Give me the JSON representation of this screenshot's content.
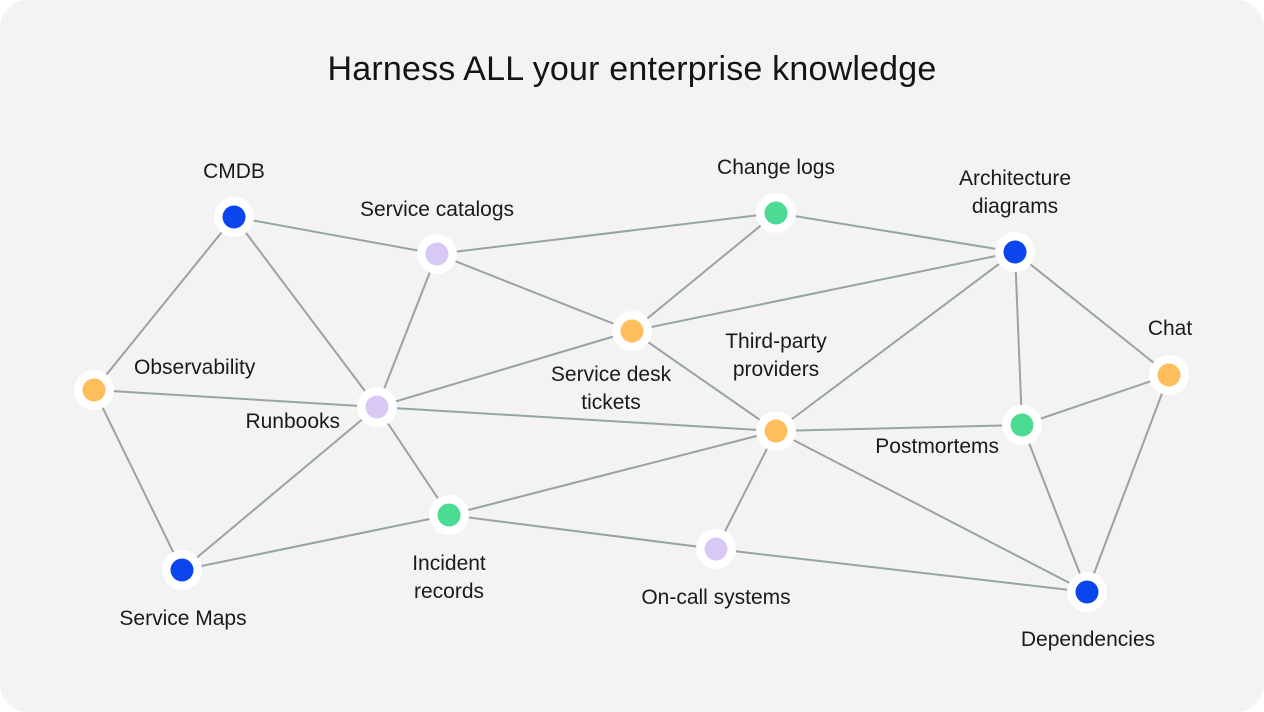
{
  "title": "Harness ALL your enterprise knowledge",
  "colors": {
    "blue": "#0a45ee",
    "green": "#4bdb92",
    "orange": "#ffbe5c",
    "lavender": "#d8c8f4"
  },
  "nodes": [
    {
      "id": "cmdb",
      "label": [
        "CMDB"
      ],
      "color": "blue"
    },
    {
      "id": "service-catalogs",
      "label": [
        "Service catalogs"
      ],
      "color": "lavender"
    },
    {
      "id": "change-logs",
      "label": [
        "Change logs"
      ],
      "color": "green"
    },
    {
      "id": "architecture-diagrams",
      "label": [
        "Architecture",
        "diagrams"
      ],
      "color": "blue"
    },
    {
      "id": "observability",
      "label": [
        "Observability"
      ],
      "color": "orange"
    },
    {
      "id": "runbooks",
      "label": [
        "Runbooks"
      ],
      "color": "lavender"
    },
    {
      "id": "service-desk-tickets",
      "label": [
        "Service desk",
        "tickets"
      ],
      "color": "orange"
    },
    {
      "id": "third-party-providers",
      "label": [
        "Third-party",
        "providers"
      ],
      "color": "orange"
    },
    {
      "id": "chat",
      "label": [
        "Chat"
      ],
      "color": "orange"
    },
    {
      "id": "postmortems",
      "label": [
        "Postmortems"
      ],
      "color": "green"
    },
    {
      "id": "incident-records",
      "label": [
        "Incident",
        "records"
      ],
      "color": "green"
    },
    {
      "id": "service-maps",
      "label": [
        "Service Maps"
      ],
      "color": "blue"
    },
    {
      "id": "on-call-systems",
      "label": [
        "On-call systems"
      ],
      "color": "lavender"
    },
    {
      "id": "dependencies",
      "label": [
        "Dependencies"
      ],
      "color": "blue"
    }
  ],
  "edges": [
    [
      "cmdb",
      "service-catalogs"
    ],
    [
      "cmdb",
      "observability"
    ],
    [
      "cmdb",
      "runbooks"
    ],
    [
      "service-catalogs",
      "change-logs"
    ],
    [
      "service-catalogs",
      "service-desk-tickets"
    ],
    [
      "service-catalogs",
      "runbooks"
    ],
    [
      "change-logs",
      "architecture-diagrams"
    ],
    [
      "change-logs",
      "service-desk-tickets"
    ],
    [
      "architecture-diagrams",
      "service-desk-tickets"
    ],
    [
      "architecture-diagrams",
      "third-party-providers"
    ],
    [
      "architecture-diagrams",
      "postmortems"
    ],
    [
      "architecture-diagrams",
      "chat"
    ],
    [
      "observability",
      "runbooks"
    ],
    [
      "observability",
      "service-maps"
    ],
    [
      "runbooks",
      "service-desk-tickets"
    ],
    [
      "runbooks",
      "third-party-providers"
    ],
    [
      "runbooks",
      "incident-records"
    ],
    [
      "runbooks",
      "service-maps"
    ],
    [
      "service-desk-tickets",
      "third-party-providers"
    ],
    [
      "third-party-providers",
      "postmortems"
    ],
    [
      "third-party-providers",
      "incident-records"
    ],
    [
      "third-party-providers",
      "on-call-systems"
    ],
    [
      "third-party-providers",
      "dependencies"
    ],
    [
      "chat",
      "postmortems"
    ],
    [
      "chat",
      "dependencies"
    ],
    [
      "postmortems",
      "dependencies"
    ],
    [
      "incident-records",
      "service-maps"
    ],
    [
      "incident-records",
      "on-call-systems"
    ],
    [
      "on-call-systems",
      "dependencies"
    ]
  ]
}
